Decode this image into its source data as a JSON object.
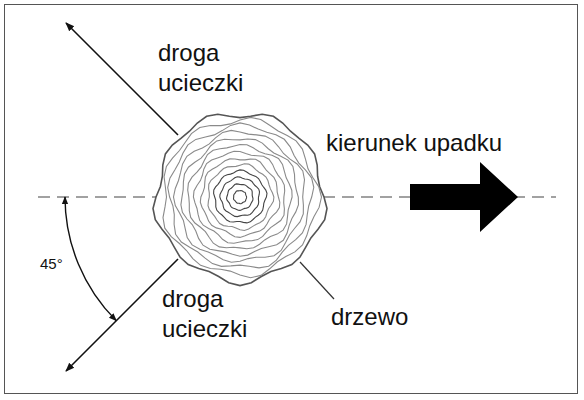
{
  "diagram": {
    "labels": [
      "droga ucieczki",
      "kierunek upadku",
      "45°",
      "droga ucieczki",
      "drzewo"
    ]
  }
}
